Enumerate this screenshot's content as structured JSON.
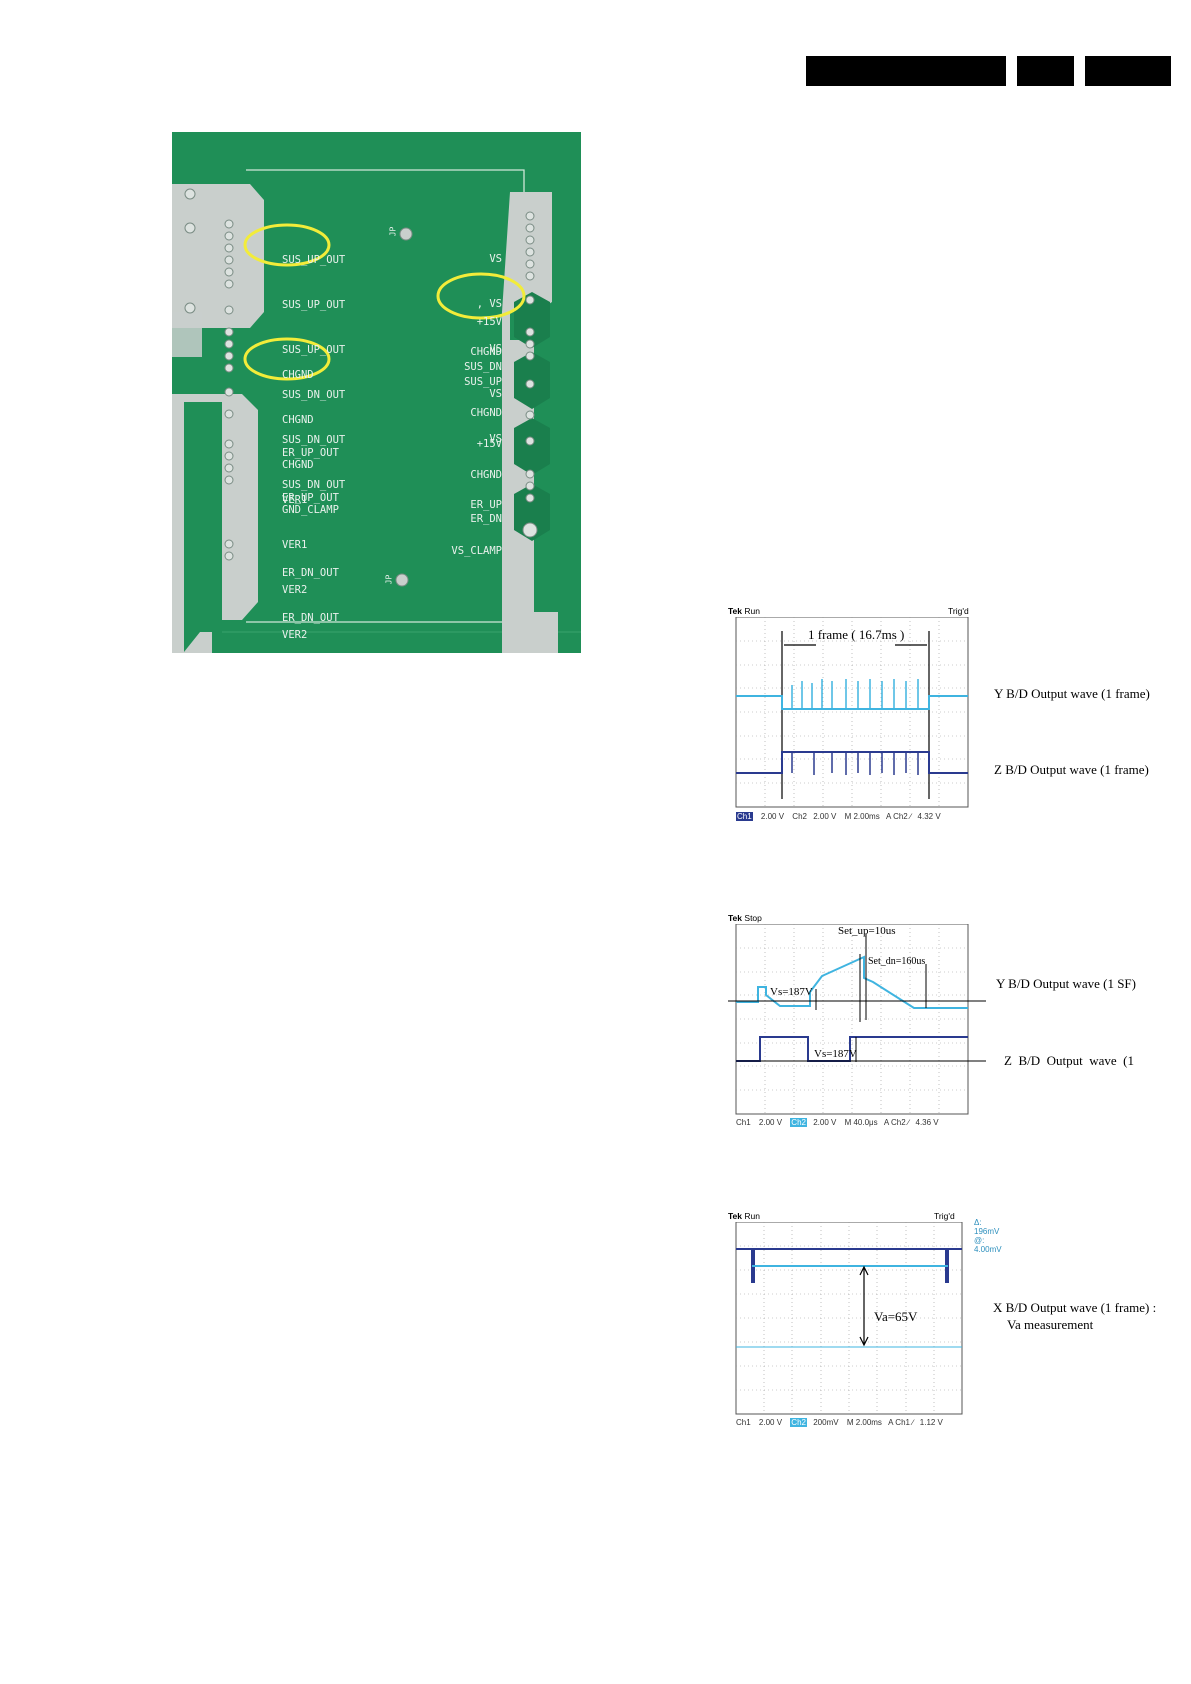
{
  "pcb": {
    "left_group": [
      "SUS_UP_OUT",
      "SUS_UP_OUT",
      "SUS_UP_OUT",
      "SUS_DN_OUT",
      "SUS_DN_OUT",
      "SUS_DN_OUT"
    ],
    "chgnd_group": [
      "CHGND",
      "CHGND",
      "CHGND",
      "GND_CLAMP"
    ],
    "er_up_group": [
      "ER_UP_OUT",
      "ER_UP_OUT"
    ],
    "ver_group": [
      "VER1",
      "VER1",
      "VER2",
      "VER2"
    ],
    "er_dn_group": [
      "ER_DN_OUT",
      "ER_DN_OUT"
    ],
    "vs_group": [
      "VS",
      ", VS",
      "VS",
      "VS",
      "VS"
    ],
    "right": {
      "p15v_a": "+15V",
      "chgnd_a": "CHGND",
      "sus_dn": "SUS_DN",
      "sus_up": "SUS_UP",
      "chgnd_b": "CHGND",
      "p15v_b": "+15V",
      "chgnd_c": "CHGND",
      "er_up": "ER_UP",
      "er_dn": "ER_DN",
      "vs_clamp": "VS_CLAMP"
    },
    "marks": {
      "top": "JP",
      "bottom": "JP"
    },
    "colors": {
      "board": "#1f8f57",
      "silver": "#c9cfcc",
      "highlight": "#f2ec3a"
    }
  },
  "scopes": [
    {
      "top": {
        "brand": "Tek",
        "state": "Run",
        "trig": "Trig'd"
      },
      "bottom": {
        "ch1": "Ch1",
        "ch1v": "2.00 V",
        "ch2": "Ch2",
        "ch2v": "2.00 V",
        "time": "M 2.00ms",
        "trig": "A  Ch2  ∕",
        "level": "4.32 V"
      },
      "annotation": "1 frame ( 16.7ms )",
      "labels": [
        "Y B/D Output wave (1 frame)",
        "Z B/D Output wave (1 frame)"
      ]
    },
    {
      "top": {
        "brand": "Tek",
        "state": "Stop",
        "trig": ""
      },
      "bottom": {
        "ch1": "Ch1",
        "ch1v": "2.00 V",
        "ch2": "Ch2",
        "ch2v": "2.00 V",
        "time": "M 40.0μs",
        "trig": "A  Ch2  ∕",
        "level": "4.36 V"
      },
      "annotations": {
        "setup": "Set_up=10us",
        "setdn": "Set_dn=160us",
        "vs_y": "Vs=187V",
        "vs_z": "Vs=187V"
      },
      "labels": [
        "Y B/D Output wave (1 SF)",
        "Z  B/D  Output  wave  (1"
      ]
    },
    {
      "top": {
        "brand": "Tek",
        "state": "Run",
        "trig": "Trig'd"
      },
      "cursor": {
        "delta": "Δ:  196mV",
        "at": "@:  4.00mV"
      },
      "bottom": {
        "ch1": "Ch1",
        "ch1v": "2.00 V",
        "ch2": "Ch2",
        "ch2v": "200mV",
        "time": "M 2.00ms",
        "trig": "A  Ch1  ∕",
        "level": "1.12 V"
      },
      "annotation": "Va=65V",
      "labels": [
        "X B/D Output wave (1 frame) :",
        "Va measurement"
      ]
    }
  ]
}
